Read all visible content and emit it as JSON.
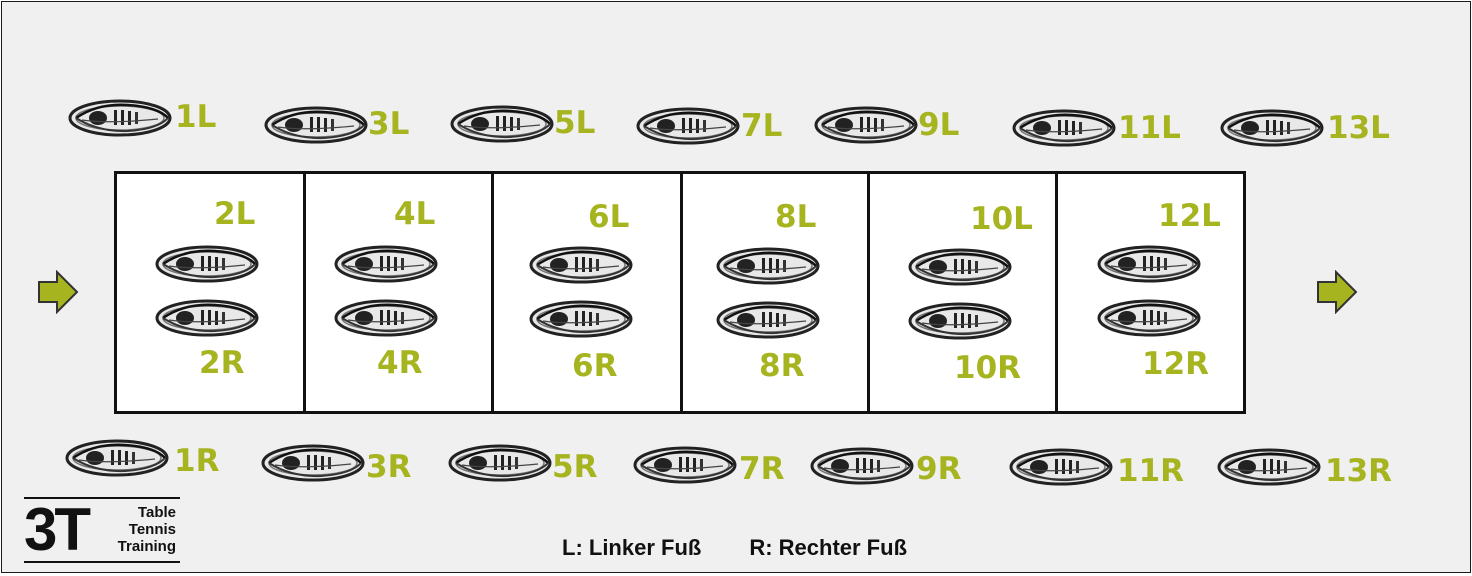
{
  "colors": {
    "label": "#a6b41f",
    "arrow": "#a6b41f",
    "frame": "#111111",
    "background": "#f0f0f0"
  },
  "icons": {
    "foot": "shoe-sole-icon",
    "direction": "arrow-right-icon"
  },
  "outside_top": [
    "1L",
    "3L",
    "5L",
    "7L",
    "9L",
    "11L",
    "13L"
  ],
  "outside_bottom": [
    "1R",
    "3R",
    "5R",
    "7R",
    "9R",
    "11R",
    "13R"
  ],
  "boxes": [
    {
      "left": "2L",
      "right": "2R"
    },
    {
      "left": "4L",
      "right": "4R"
    },
    {
      "left": "6L",
      "right": "6R"
    },
    {
      "left": "8L",
      "right": "8R"
    },
    {
      "left": "10L",
      "right": "10R"
    },
    {
      "left": "12L",
      "right": "12R"
    }
  ],
  "legend": {
    "left_foot": "L: Linker Fuß",
    "right_foot": "R: Rechter Fuß"
  },
  "logo": {
    "mark": "3T",
    "line1": "Table",
    "line2": "Tennis",
    "line3": "Training"
  }
}
